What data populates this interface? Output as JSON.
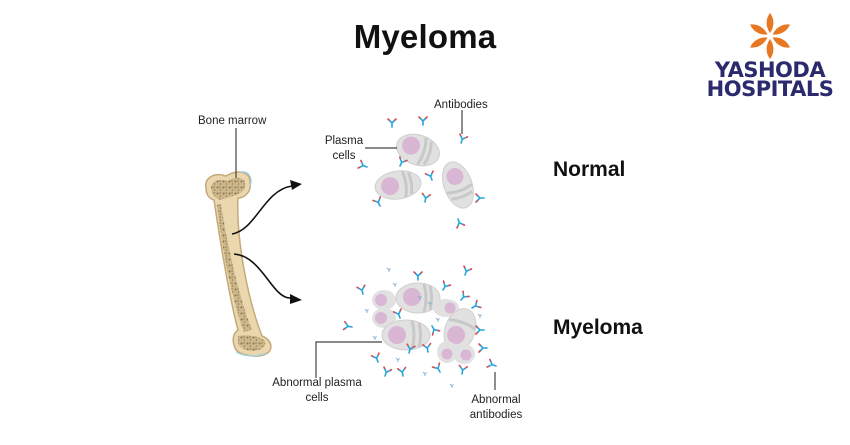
{
  "title": "Myeloma",
  "logo": {
    "line1": "YASHODA",
    "line2": "HOSPITALS",
    "icon": "flower-icon",
    "colors": {
      "flower": "#e87722",
      "text": "#2b2a6e"
    }
  },
  "labels": {
    "bone_marrow": "Bone marrow",
    "antibodies": "Antibodies",
    "plasma_cells": [
      "Plasma",
      "cells"
    ],
    "abnormal_plasma_cells": [
      "Abnormal plasma",
      "cells"
    ],
    "abnormal_antibodies": [
      "Abnormal",
      "antibodies"
    ]
  },
  "states": {
    "normal": "Normal",
    "myeloma": "Myeloma"
  },
  "colors": {
    "bone_fill": "#e8d6ae",
    "bone_marrow": "#a88d62",
    "cell_body": "#e1e1e1",
    "nucleus": "#d9b6d4",
    "antibody_blue": "#2aa4d8",
    "antibody_red": "#e04a4a"
  }
}
